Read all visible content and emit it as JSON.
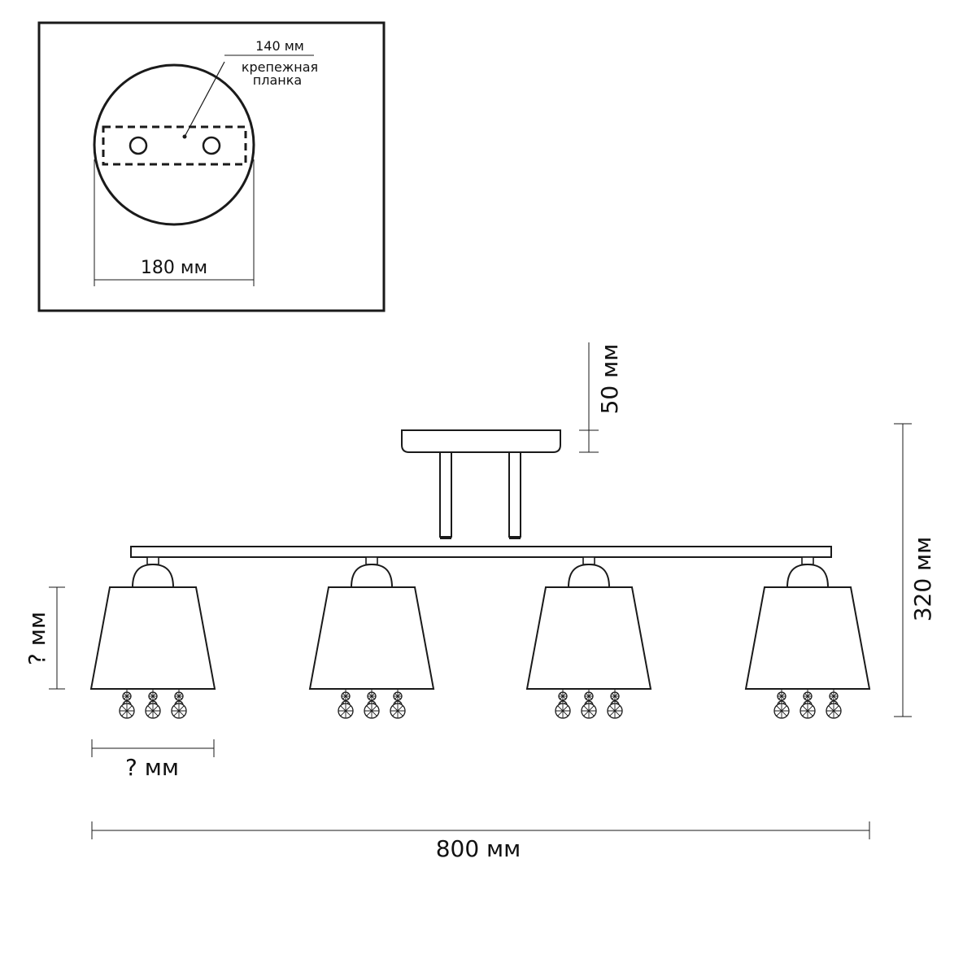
{
  "inset": {
    "plate_width_label": "140 мм",
    "plate_name_line1": "крепежная",
    "plate_name_line2": "планка",
    "canopy_diameter_label": "180 мм"
  },
  "dimensions": {
    "canopy_height_label": "50 мм",
    "total_height_label": "320 мм",
    "shade_height_label": "? мм",
    "shade_width_label": "? мм",
    "total_width_label": "800 мм"
  },
  "lamp": {
    "shade_count": 4,
    "crystals_per_shade": 3
  }
}
